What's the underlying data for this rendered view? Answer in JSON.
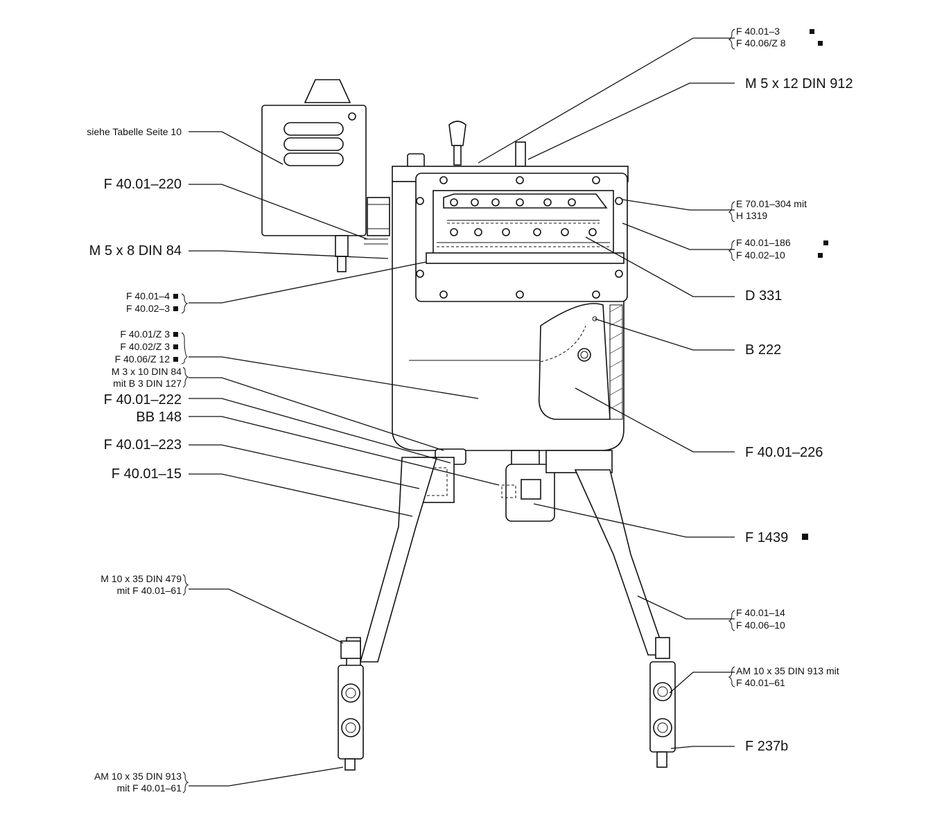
{
  "labels_right": {
    "f_40_01_3_group": [
      "F 40.01–3",
      "F 40.06/Z 8"
    ],
    "m5x12": "M 5 x 12 DIN 912",
    "e70_group": [
      "E 70.01–304 mit",
      "H 1319"
    ],
    "f40_01_186_group": [
      "F 40.01–186",
      "F 40.02–10"
    ],
    "d331": "D 331",
    "b222": "B 222",
    "f40_01_226": "F 40.01–226",
    "f1439": "F 1439",
    "f40_01_14_group": [
      "F 40.01–14",
      "F 40.06–10"
    ],
    "am10x35_right_group": [
      "AM 10 x 35 DIN 913 mit",
      "F 40.01–61"
    ],
    "f237b": "F 237b"
  },
  "labels_left": {
    "siehe": "siehe Tabelle Seite 10",
    "f40_01_220": "F 40.01–220",
    "m5x8": "M 5 x 8 DIN 84",
    "f40_01_4_group": [
      "F 40.01–4",
      "F 40.02–3"
    ],
    "z3_group": [
      "F 40.01/Z 3",
      "F 40.02/Z 3",
      "F 40.06/Z 12",
      "M 3 x 10 DIN 84",
      "mit B 3 DIN 127"
    ],
    "f40_01_222": "F 40.01–222",
    "bb148": "BB 148",
    "f40_01_223": "F 40.01–223",
    "f40_01_15": "F 40.01–15",
    "m10x35_group": [
      "M 10 x 35 DIN 479",
      "mit F 40.01–61"
    ],
    "am10x35_left_group": [
      "AM 10 x 35 DIN 913",
      "mit F 40.01–61"
    ]
  }
}
